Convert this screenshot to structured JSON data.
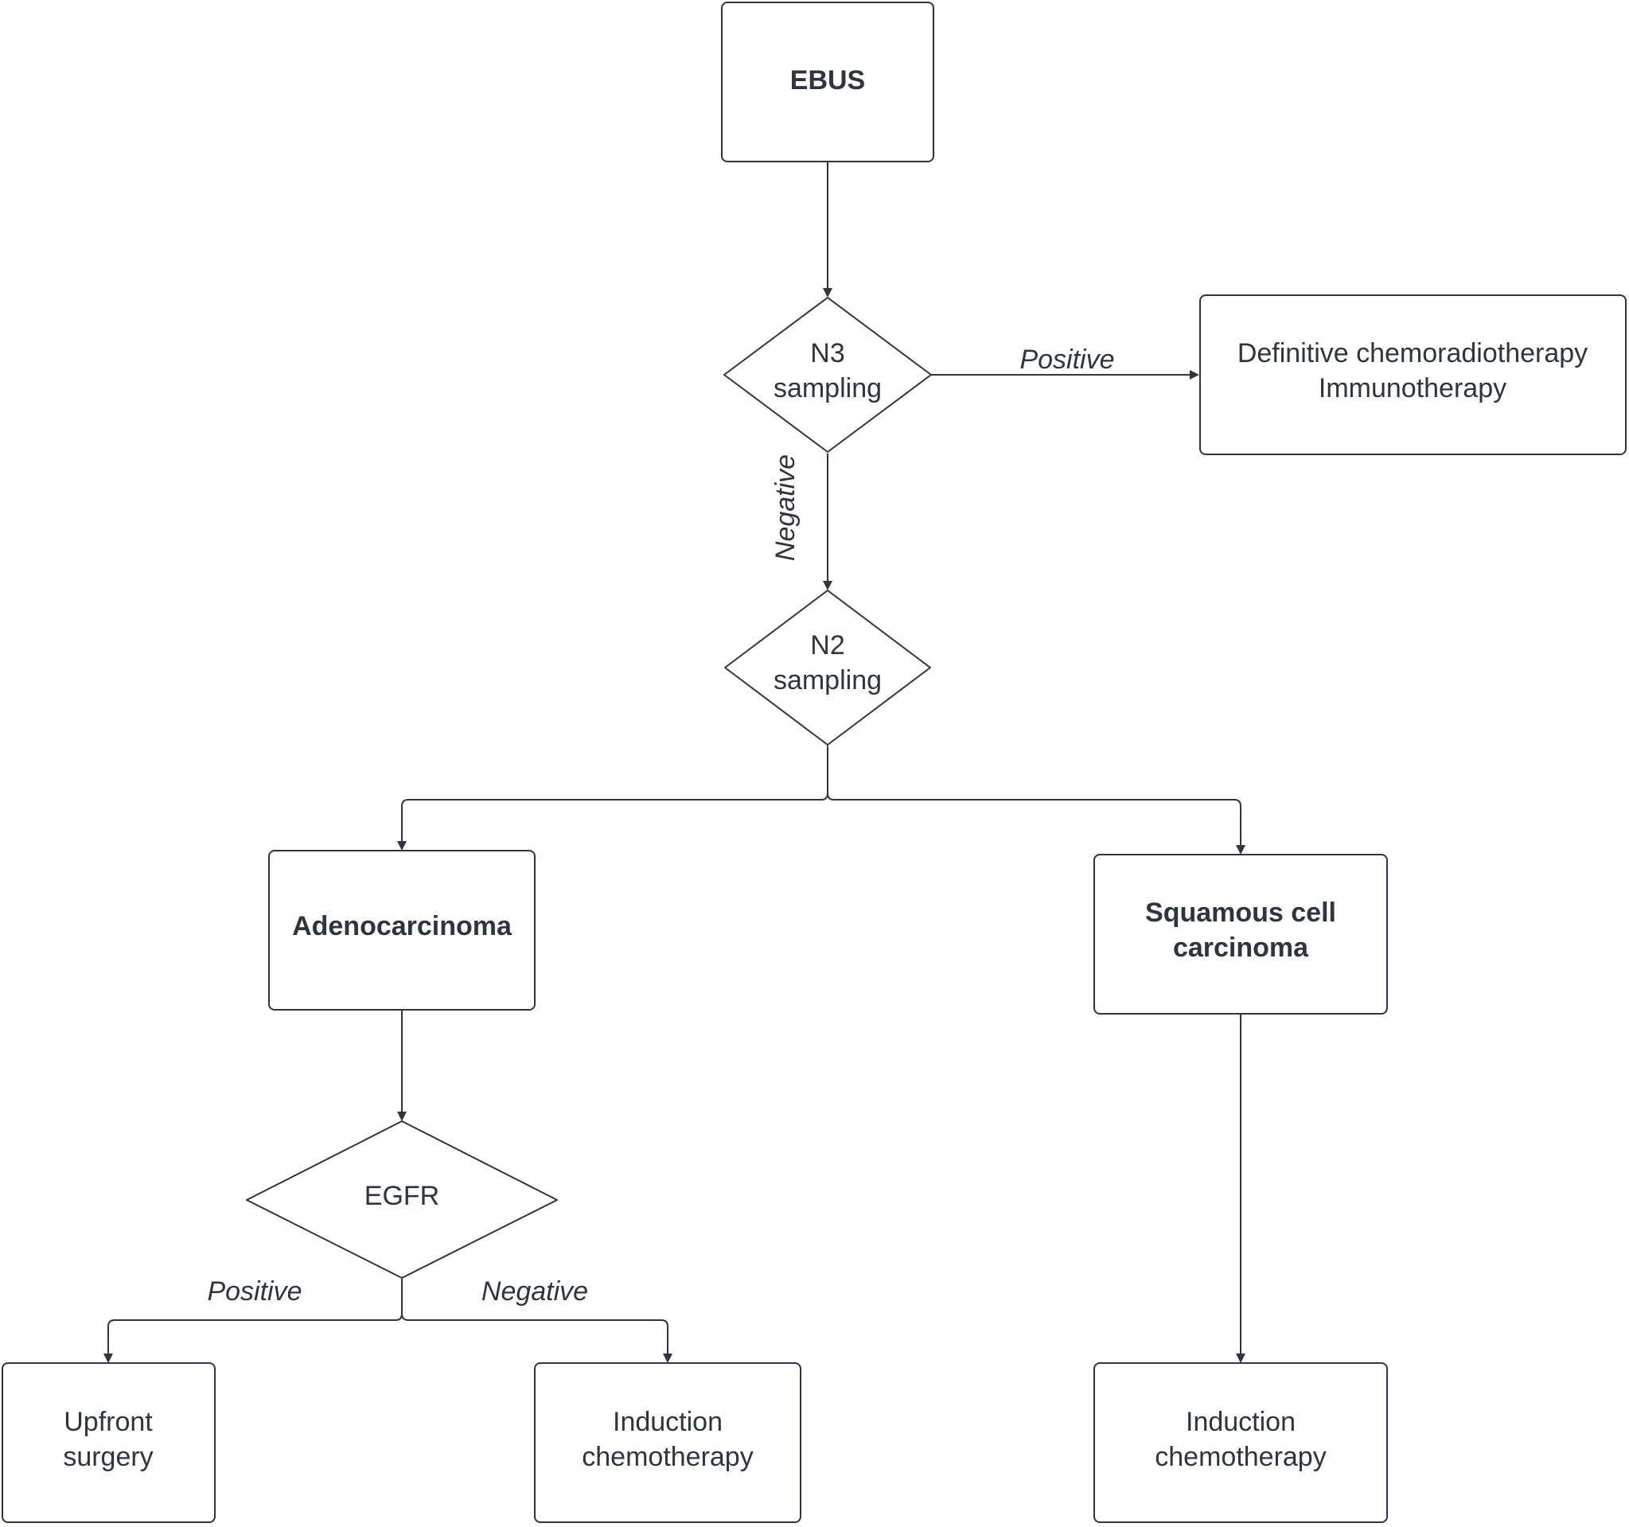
{
  "nodes": {
    "ebus": {
      "lines": [
        "EBUS"
      ]
    },
    "n3": {
      "lines": [
        "N3",
        "sampling"
      ]
    },
    "definitive": {
      "lines": [
        "Definitive chemoradiotherapy",
        "Immunotherapy"
      ]
    },
    "n2": {
      "lines": [
        "N2",
        "sampling"
      ]
    },
    "adeno": {
      "lines": [
        "Adenocarcinoma"
      ]
    },
    "squamous": {
      "lines": [
        "Squamous cell",
        "carcinoma"
      ]
    },
    "egfr": {
      "lines": [
        "EGFR"
      ]
    },
    "upfront": {
      "lines": [
        "Upfront",
        "surgery"
      ]
    },
    "induction_left": {
      "lines": [
        "Induction",
        "chemotherapy"
      ]
    },
    "induction_right": {
      "lines": [
        "Induction",
        "chemotherapy"
      ]
    }
  },
  "edge_labels": {
    "n3_positive": "Positive",
    "n3_negative": "Negative",
    "egfr_positive": "Positive",
    "egfr_negative": "Negative"
  }
}
